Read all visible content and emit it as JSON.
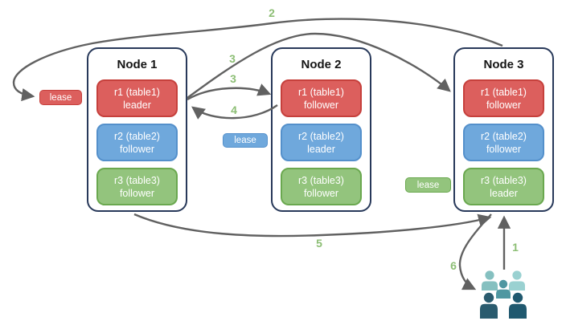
{
  "nodes": [
    {
      "title": "Node 1",
      "replicas": [
        {
          "name": "r1 (table1)",
          "role": "leader",
          "color": "red"
        },
        {
          "name": "r2 (table2)",
          "role": "follower",
          "color": "blue"
        },
        {
          "name": "r3 (table3)",
          "role": "follower",
          "color": "green"
        }
      ]
    },
    {
      "title": "Node 2",
      "replicas": [
        {
          "name": "r1 (table1)",
          "role": "follower",
          "color": "red"
        },
        {
          "name": "r2 (table2)",
          "role": "leader",
          "color": "blue"
        },
        {
          "name": "r3 (table3)",
          "role": "follower",
          "color": "green"
        }
      ]
    },
    {
      "title": "Node 3",
      "replicas": [
        {
          "name": "r1 (table1)",
          "role": "follower",
          "color": "red"
        },
        {
          "name": "r2 (table2)",
          "role": "follower",
          "color": "blue"
        },
        {
          "name": "r3 (table3)",
          "role": "leader",
          "color": "green"
        }
      ]
    }
  ],
  "leases": [
    {
      "label": "lease",
      "color": "red"
    },
    {
      "label": "lease",
      "color": "blue"
    },
    {
      "label": "lease",
      "color": "green"
    }
  ],
  "steps": {
    "s1": "1",
    "s2": "2",
    "s3a": "3",
    "s3b": "3",
    "s4": "4",
    "s5": "5",
    "s6": "6"
  },
  "connections": [
    {
      "step": "1",
      "from": "users",
      "to": "node3-bottom"
    },
    {
      "step": "2",
      "from": "node3-top",
      "to": "lease-red-node1"
    },
    {
      "step": "3",
      "from": "node1-r1-leader",
      "to": "node2-r1-follower"
    },
    {
      "step": "3",
      "from": "node1-r1-leader",
      "to": "node3-r1-follower"
    },
    {
      "step": "4",
      "from": "node2-r1-follower",
      "to": "node1-r1-leader"
    },
    {
      "step": "5",
      "from": "node1-bottom",
      "to": "node3-bottom"
    },
    {
      "step": "6",
      "from": "node3-bottom",
      "to": "users"
    }
  ],
  "icons": {
    "users": "users-group-icon"
  },
  "palette": {
    "red_fill": "#dc5f5d",
    "red_border": "#c6403c",
    "blue_fill": "#6fa8dc",
    "blue_border": "#5490cb",
    "green_fill": "#93c47d",
    "green_border": "#6aa84f",
    "node_border": "#28395a",
    "arrow_gray": "#616161",
    "step_green": "#8cbe74",
    "users_back_left": "#85c0c0",
    "users_back_right": "#9ad1d1",
    "users_middle": "#4f97a1",
    "users_front_left": "#2a5b6e",
    "users_front_right": "#20596f"
  }
}
